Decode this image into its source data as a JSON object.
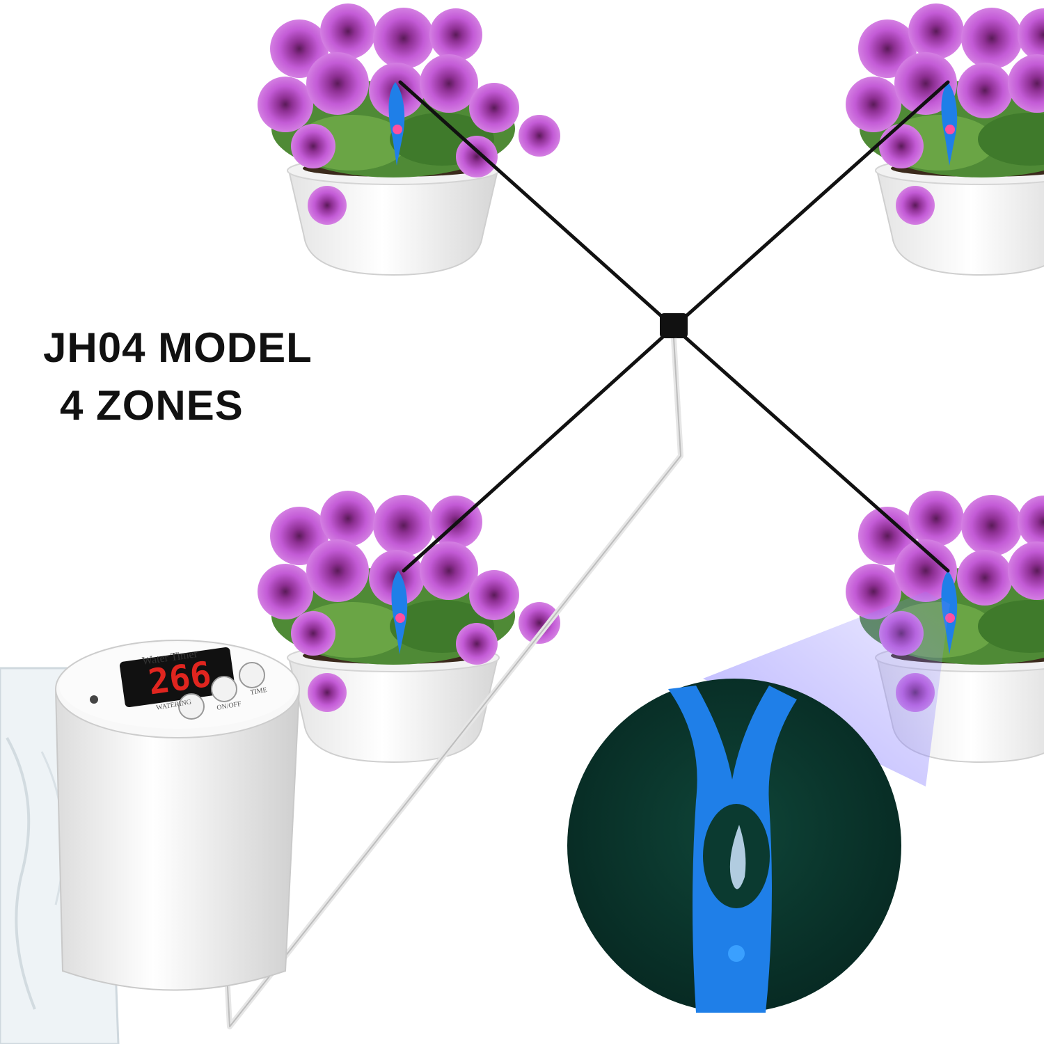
{
  "headline": {
    "line1": "JH04 MODEL",
    "line2": "4 ZONES"
  },
  "controller": {
    "brand_label": "Water Timer",
    "display_value": "266",
    "button_labels": [
      "WATERING",
      "ON/OFF",
      "TIME"
    ]
  },
  "scene": {
    "zones": 4,
    "pot_count": 4,
    "icons": [
      "flower-pot",
      "drip-stake",
      "water-timer-pump",
      "water-container",
      "drip-closeup-lens"
    ]
  },
  "colors": {
    "petal": "#c35bd6",
    "petal_center": "#5a1a58",
    "leaf": "#4f8a36",
    "stake_blue": "#1f7fe8",
    "display_red": "#e0251f",
    "lens_background": "#0b3a30",
    "hose_black": "#111111"
  }
}
